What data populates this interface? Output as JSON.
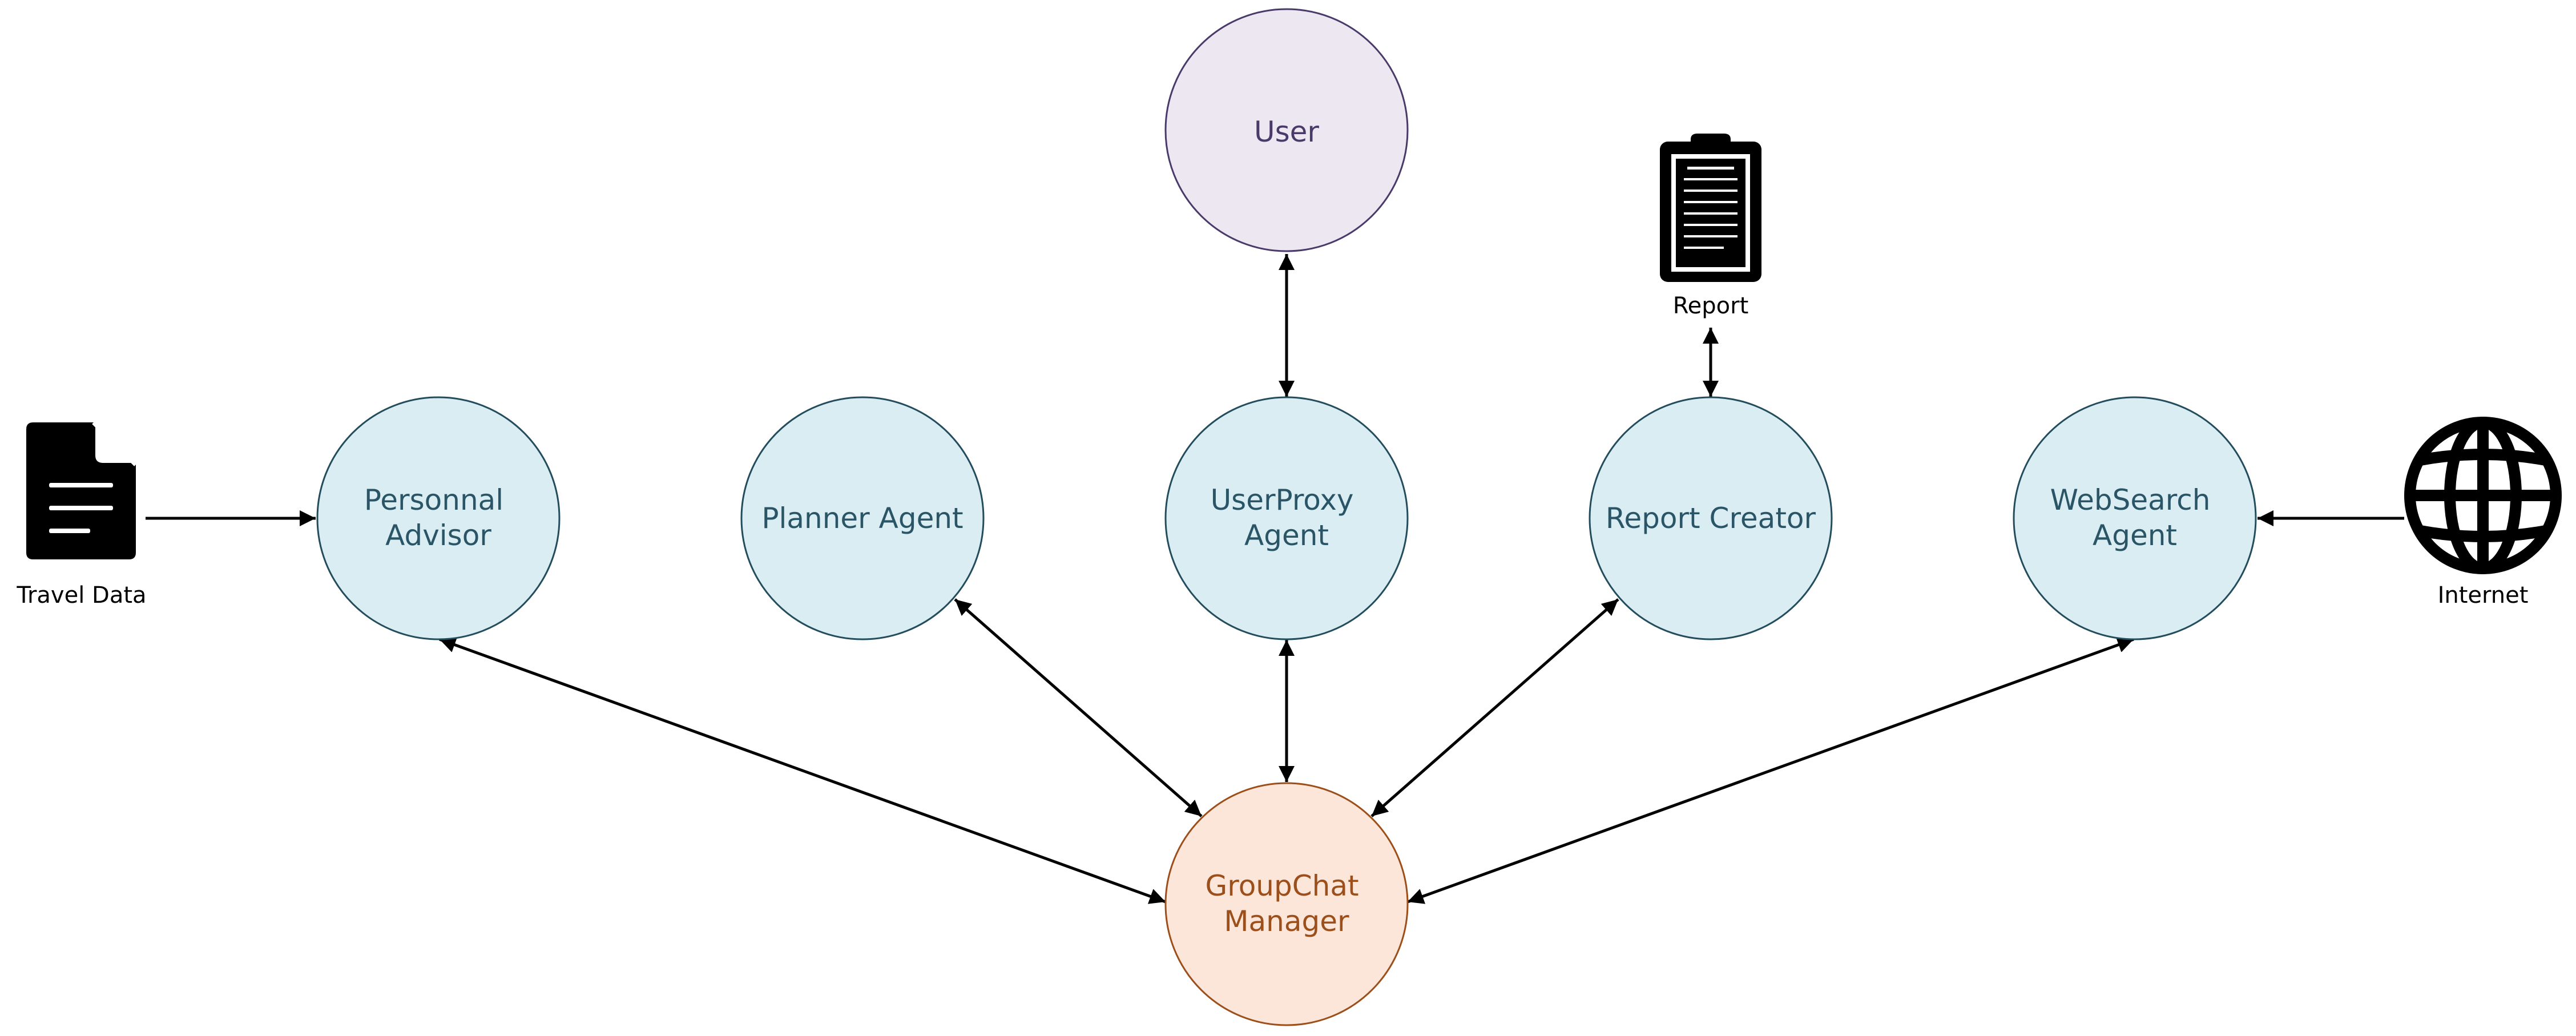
{
  "colors": {
    "agent_fill": "#daedf3",
    "agent_stroke": "#234d5c",
    "agent_text": "#2a5566",
    "user_fill": "#ece7f1",
    "user_stroke": "#4a3a6a",
    "user_text": "#4a3a6a",
    "manager_fill": "#fbe6d9",
    "manager_stroke": "#9c4f1a",
    "manager_text": "#9c4f1a",
    "edge": "#000000"
  },
  "nodes": {
    "user": {
      "label": "User",
      "role": "human"
    },
    "personnal_advisor": {
      "label_lines": [
        "Personnal",
        "Advisor"
      ],
      "role": "agent"
    },
    "planner_agent": {
      "label_lines": [
        "Planner Agent"
      ],
      "role": "agent"
    },
    "userproxy_agent": {
      "label_lines": [
        "UserProxy",
        "Agent"
      ],
      "role": "agent"
    },
    "report_creator": {
      "label_lines": [
        "Report Creator"
      ],
      "role": "agent"
    },
    "websearch_agent": {
      "label_lines": [
        "WebSearch",
        "Agent"
      ],
      "role": "agent"
    },
    "groupchat_manager": {
      "label_lines": [
        "GroupChat",
        "Manager"
      ],
      "role": "manager"
    }
  },
  "resources": {
    "travel_data": {
      "label": "Travel Data",
      "icon": "document-icon"
    },
    "report": {
      "label": "Report",
      "icon": "clipboard-icon"
    },
    "internet": {
      "label": "Internet",
      "icon": "globe-icon"
    }
  },
  "edges": [
    {
      "from": "travel_data",
      "to": "personnal_advisor",
      "direction": "one-way"
    },
    {
      "from": "internet",
      "to": "websearch_agent",
      "direction": "one-way"
    },
    {
      "from": "report",
      "to": "report_creator",
      "direction": "two-way"
    },
    {
      "from": "user",
      "to": "userproxy_agent",
      "direction": "two-way"
    },
    {
      "from": "groupchat_manager",
      "to": "personnal_advisor",
      "direction": "two-way"
    },
    {
      "from": "groupchat_manager",
      "to": "planner_agent",
      "direction": "two-way"
    },
    {
      "from": "groupchat_manager",
      "to": "userproxy_agent",
      "direction": "two-way"
    },
    {
      "from": "groupchat_manager",
      "to": "report_creator",
      "direction": "two-way"
    },
    {
      "from": "groupchat_manager",
      "to": "websearch_agent",
      "direction": "two-way"
    }
  ]
}
